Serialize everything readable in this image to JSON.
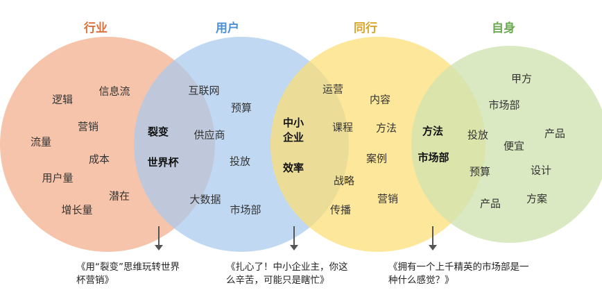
{
  "categories": [
    {
      "id": "industry",
      "label": "行业",
      "color": "#d9723c"
    },
    {
      "id": "users",
      "label": "用户",
      "color": "#4a8fd8"
    },
    {
      "id": "peers",
      "label": "同行",
      "color": "#d9a52a"
    },
    {
      "id": "self",
      "label": "自身",
      "color": "#6aa84f"
    }
  ],
  "circle_colors": {
    "industry": "#f4b492",
    "users": "#a9c9ee",
    "peers": "#fbde73",
    "self": "#cfe3b0"
  },
  "industry_words": [
    "逻辑",
    "信息流",
    "营销",
    "流量",
    "成本",
    "用户量",
    "潜在",
    "增长量"
  ],
  "users_words": [
    "互联网",
    "预算",
    "供应商",
    "投放",
    "大数据",
    "市场部"
  ],
  "peers_words": [
    "运营",
    "内容",
    "课程",
    "方法",
    "案例",
    "战略",
    "营销",
    "传播"
  ],
  "self_words": [
    "甲方",
    "市场部",
    "投放",
    "产品",
    "便宜",
    "预算",
    "设计",
    "产品",
    "方案"
  ],
  "overlap_industry_users": [
    "裂变",
    "世界杯"
  ],
  "overlap_users_peers": [
    "中小",
    "企业",
    "效率"
  ],
  "overlap_peers_self": [
    "方法",
    "市场部"
  ],
  "captions": [
    {
      "line1": "《用“裂变”思维玩转世界",
      "line2": "杯营销》"
    },
    {
      "line1": "《扎心了！中小企业主，你这",
      "line2": "么辛苦，可能只是瞎忙》"
    },
    {
      "line1": "《拥有一个上千精英的市场部是一",
      "line2": "种什么感觉？》"
    }
  ]
}
